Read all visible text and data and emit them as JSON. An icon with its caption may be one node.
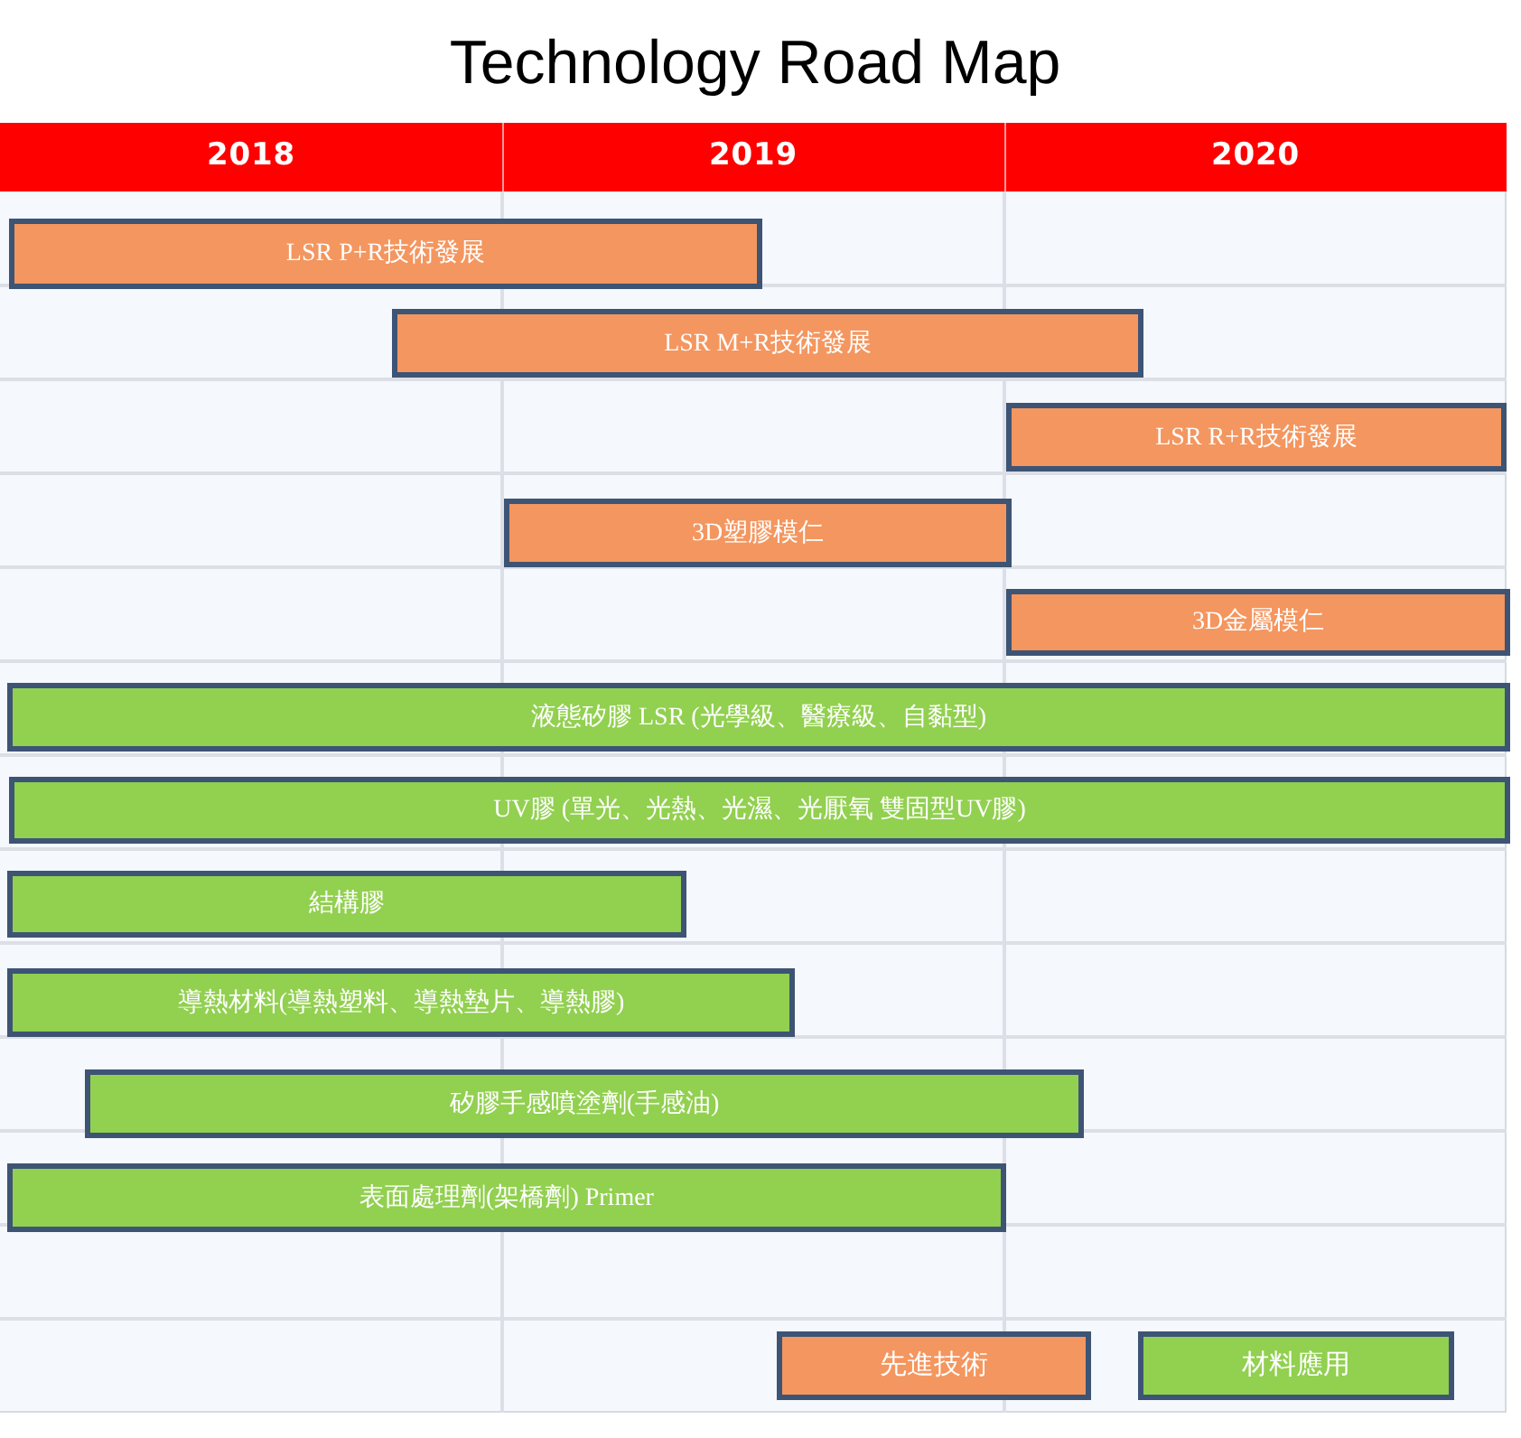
{
  "diagram": {
    "title": "Technology Road Map",
    "nodes": [
      {
        "text": [
          "LSR P+R技術發展"
        ]
      },
      {
        "text": [
          "LSR M+R技術發展"
        ]
      },
      {
        "text": [
          "LSR R+R技術發展"
        ]
      },
      {
        "text": [
          "3D塑膠模仁"
        ]
      },
      {
        "text": [
          "3D金屬模仁"
        ]
      },
      {
        "text": [
          "液態矽膠 LSR (光學級、醫療級、自黏型)"
        ]
      },
      {
        "text": [
          "UV膠 (單光、光熱、光濕、光厭氧 雙固型UV膠)"
        ]
      },
      {
        "text": [
          "結構膠"
        ]
      },
      {
        "text": [
          "導熱材料(導熱塑料、導熱墊片、導熱膠)"
        ]
      },
      {
        "text": [
          "矽膠手感噴塗劑(手感油)"
        ]
      },
      {
        "text": [
          "表面處理劑(架橋劑) Primer"
        ]
      }
    ],
    "labels": [
      "2018",
      "2019",
      "2020"
    ],
    "legend": [
      {
        "text": "先進技術",
        "color": "#f4965f"
      },
      {
        "text": "材料應用",
        "color": "#92d050"
      }
    ]
  }
}
